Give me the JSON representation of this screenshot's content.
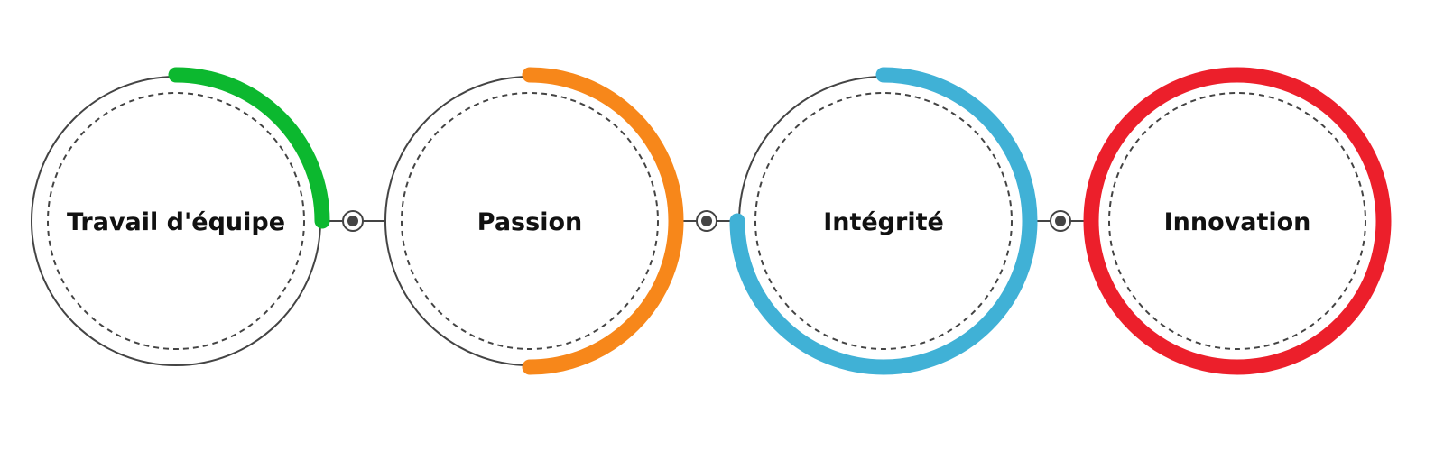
{
  "diagram": {
    "stages": [
      {
        "label": "Travail d'équipe",
        "progress": 0.25,
        "color": "#0cb82f"
      },
      {
        "label": "Passion",
        "progress": 0.5,
        "color": "#f7871a"
      },
      {
        "label": "Intégrité",
        "progress": 0.75,
        "color": "#40b1d6"
      },
      {
        "label": "Innovation",
        "progress": 1.0,
        "color": "#ec1f2b"
      }
    ],
    "outline_color": "#444444",
    "connector_color": "#444444"
  }
}
